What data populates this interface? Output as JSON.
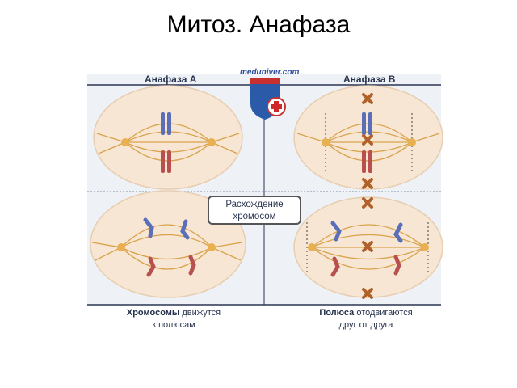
{
  "title": "Митоз. Анафаза",
  "panels": {
    "left_label": "Анафаза А",
    "right_label": "Анафаза В"
  },
  "logo": {
    "text": "meduniver.com"
  },
  "center_label": {
    "line1": "Расхождение",
    "line2": "хромосом"
  },
  "captions": {
    "left": {
      "bold": "Хромосомы",
      "rest1": " движутся",
      "line2": "к полюсам"
    },
    "right": {
      "bold": "Полюса",
      "rest1": " отодвигаются",
      "line2": "друг от друга"
    }
  },
  "colors": {
    "cell": "#f6e6d3",
    "cell_edge": "#e8cdb0",
    "spindle": "#d9a24a",
    "chrom_blue": "#5a6fb8",
    "chrom_red": "#b85050",
    "divider": "#2a3550"
  }
}
